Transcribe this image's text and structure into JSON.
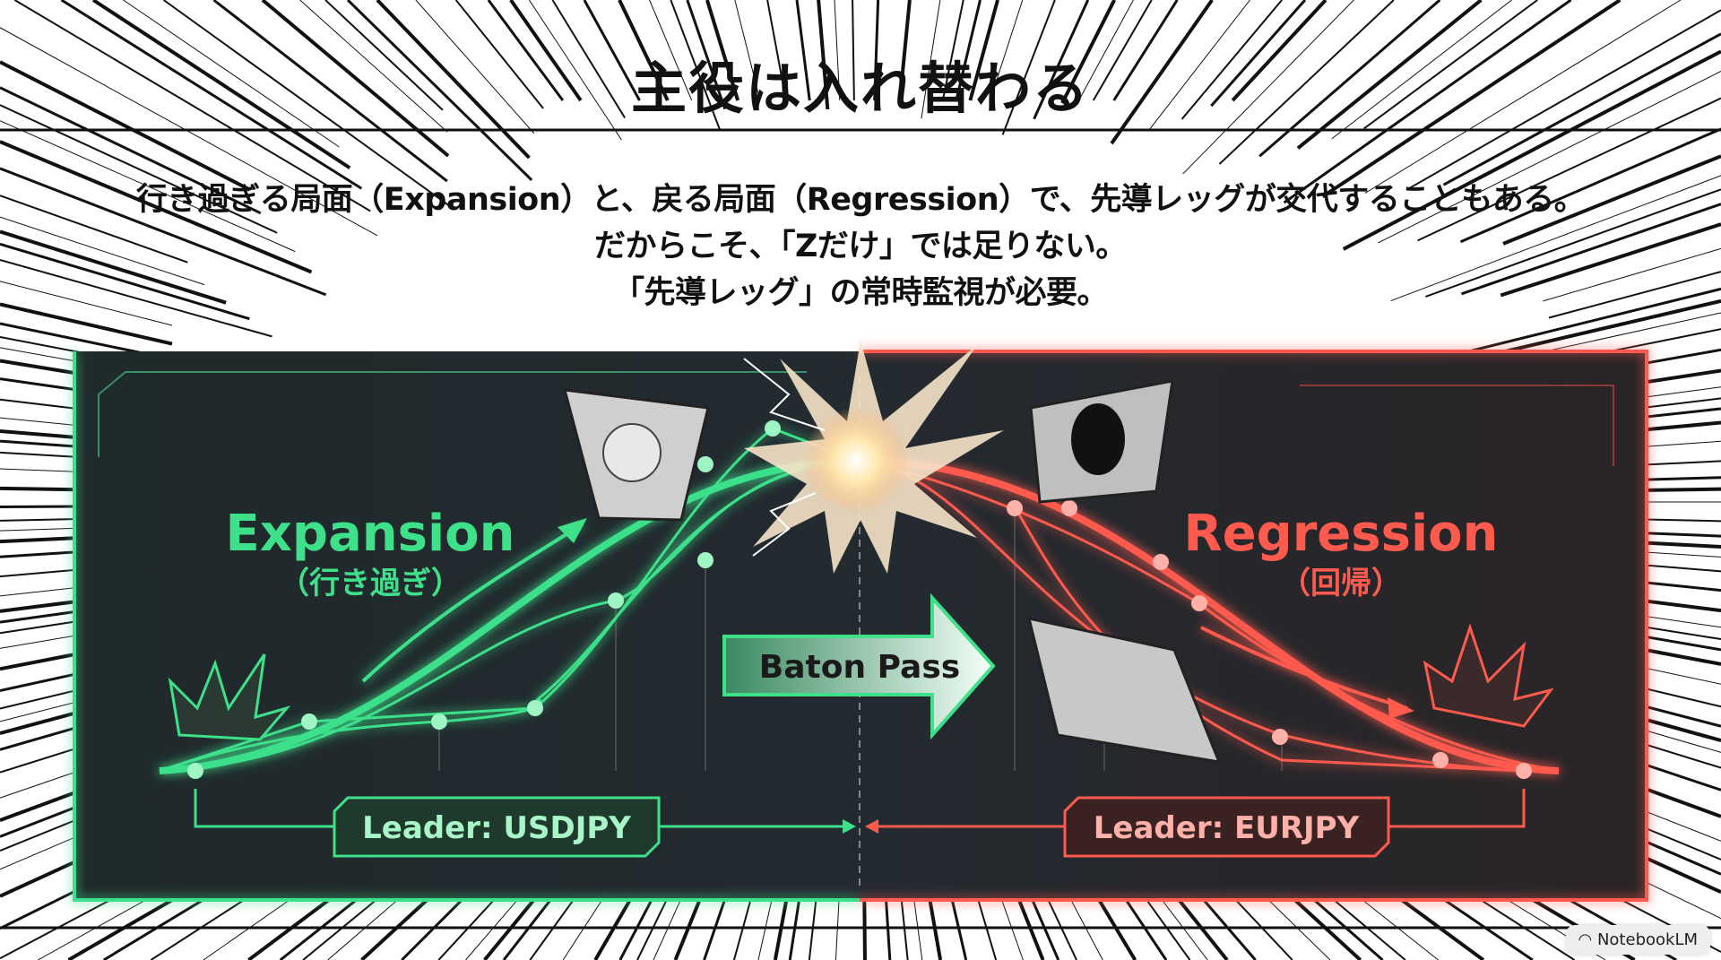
{
  "title": "主役は入れ替わる",
  "subtitle_lines": [
    "行き過ぎる局面（Expansion）と、戻る局面（Regression）で、先導レッグが交代することもある。",
    "だからこそ、「Zだけ」では足りない。",
    "「先導レッグ」の常時監視が必要。"
  ],
  "diagram": {
    "expansion_label": "Expansion",
    "expansion_sub": "（行き過ぎ）",
    "regression_label": "Regression",
    "regression_sub": "（回帰）",
    "baton_label": "Baton Pass",
    "leader_left": "Leader: USDJPY",
    "leader_right": "Leader: EURJPY"
  },
  "colors": {
    "green": "#3ee08a",
    "red": "#ff5a4e",
    "panel": "#222a30"
  },
  "badge": {
    "icon": "notebooklm-icon",
    "label": "NotebookLM"
  }
}
